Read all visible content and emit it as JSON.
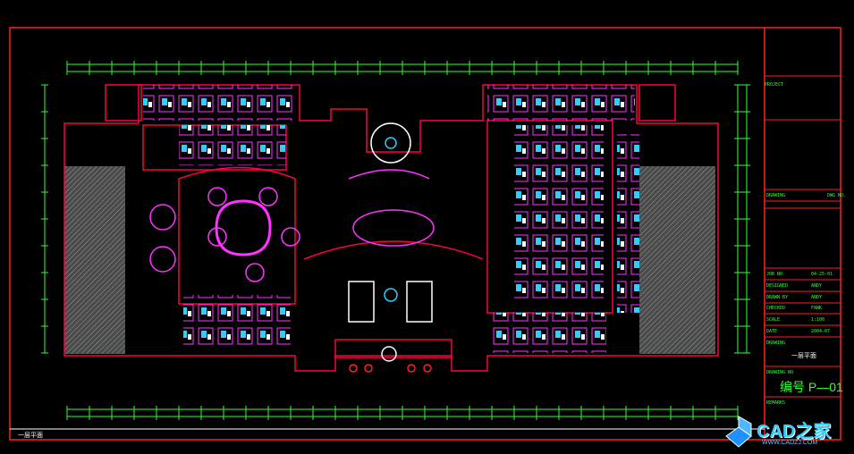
{
  "title_block": {
    "project_label": "PROJECT",
    "drawing_label": "DRAWING",
    "drawing_value": "DWG NO.",
    "rows": [
      {
        "label": "JOB NO",
        "value": "04-25-01"
      },
      {
        "label": "DESIGNED",
        "value": "ANDY"
      },
      {
        "label": "DRAWN BY",
        "value": "ANDY"
      },
      {
        "label": "CHECKED",
        "value": "FANK"
      },
      {
        "label": "SCALE",
        "value": "1:100"
      },
      {
        "label": "DATE",
        "value": "2004.07"
      }
    ],
    "drawing_name_label": "DRAWING",
    "drawing_name": "一层平面",
    "drawing_no_label": "DRAWING NO",
    "drawing_no": "编号 P—01",
    "remarks_label": "REMARKS"
  },
  "plan_caption": "一层平面",
  "watermark": {
    "brand": "CAD之家",
    "url": "WWW.CADZJ.COM"
  },
  "colors": {
    "background": "#000000",
    "frame": "#ff2020",
    "dim": "#33ff33",
    "wall": "#ff0044",
    "furniture": "#ff33ff",
    "fixture": "#33ccff"
  }
}
